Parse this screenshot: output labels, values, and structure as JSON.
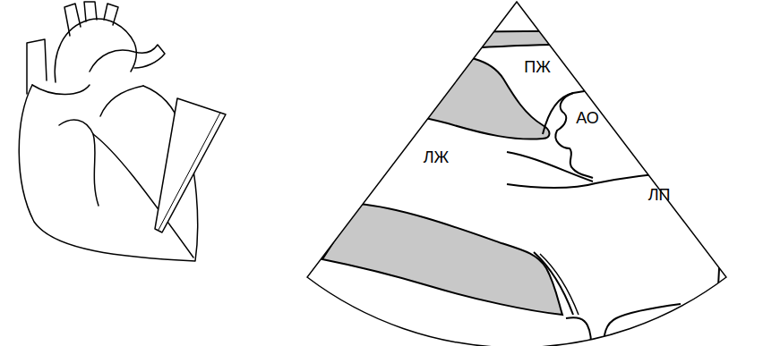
{
  "diagram": {
    "labels": [
      "ПЖ",
      "АО",
      "ЛЖ",
      "ЛП"
    ]
  }
}
